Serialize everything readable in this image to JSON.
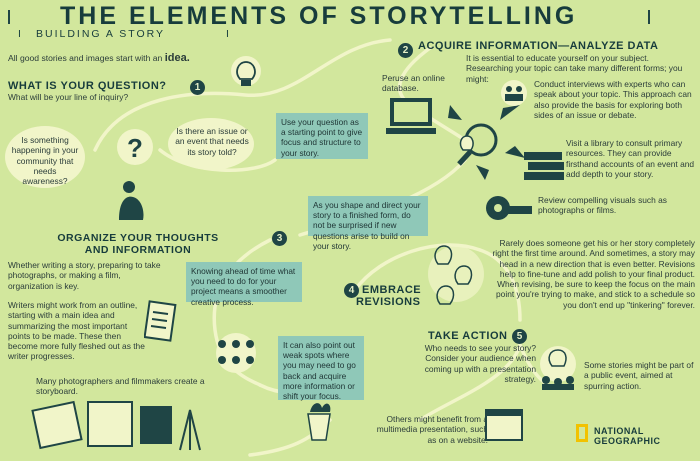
{
  "header": {
    "title": "THE ELEMENTS OF STORYTELLING",
    "subtitle": "BUILDING A STORY",
    "intro_prefix": "All good stories and images start with an",
    "intro_word": "idea."
  },
  "step1": {
    "number": "1",
    "heading": "WHAT IS YOUR QUESTION?",
    "subtext": "What will be your line of inquiry?",
    "bubble_left": "Is something happening in your community that needs awareness?",
    "bubble_right": "Is there an issue or an event that needs its story told?",
    "focus_box": "Use your question as a starting point to give focus and structure to your story."
  },
  "step2": {
    "number": "2",
    "heading": "ACQUIRE INFORMATION—ANALYZE DATA",
    "intro": "It is essential to educate yourself on your subject. Researching your topic can take many different forms; you might:",
    "database": "Peruse an online database.",
    "experts": "Conduct interviews with experts who can speak about your topic. This approach can also provide the basis for exploring both sides of an issue or debate.",
    "library": "Visit a library to consult primary resources. They can provide firsthand accounts of an event and add depth to your story.",
    "visuals": "Review compelling visuals such as photographs or films."
  },
  "step3": {
    "number": "3",
    "heading_line1": "ORGANIZE YOUR THOUGHTS",
    "heading_line2": "AND INFORMATION",
    "shape_box": "As you shape and direct your story to a finished form, do not be surprised if new questions arise to build on your story.",
    "text_a": "Whether writing a story, preparing to take photographs, or making a film, organization is key.",
    "text_b": "Writers might work from an outline, starting with a main idea and summarizing the most important points to be made. These then become more fully fleshed out as the writer progresses.",
    "text_c": "Many photographers and filmmakers create a storyboard.",
    "box_ahead": "Knowing ahead of time what you need to do for your project means a smoother creative process.",
    "box_weak": "It can also point out weak spots where you may need to go back and acquire more information or shift your focus."
  },
  "step4": {
    "number": "4",
    "heading_line1": "EMBRACE",
    "heading_line2": "REVISIONS",
    "text": "Rarely does someone get his or her story completely right the first time around. And sometimes, a story may head in a new direction that is even better. Revisions help to fine-tune and add polish to your final product. When revising, be sure to keep the focus on the main point you're trying to make, and stick to a schedule so you don't end up \"tinkering\" forever."
  },
  "step5": {
    "number": "5",
    "heading": "TAKE ACTION",
    "text": "Who needs to see your story? Consider your audience when coming up with a presentation strategy.",
    "event": "Some stories might be part of a public event, aimed at spurring action.",
    "website": "Others might benefit from a multimedia presentation, such as on a website."
  },
  "branding": {
    "line1": "NATIONAL",
    "line2": "GEOGRAPHIC"
  },
  "colors": {
    "background": "#d2e79d",
    "box": "#8fc8b8",
    "dark": "#1f4545",
    "path": "#eef3c2",
    "ng_yellow": "#f2c200"
  }
}
